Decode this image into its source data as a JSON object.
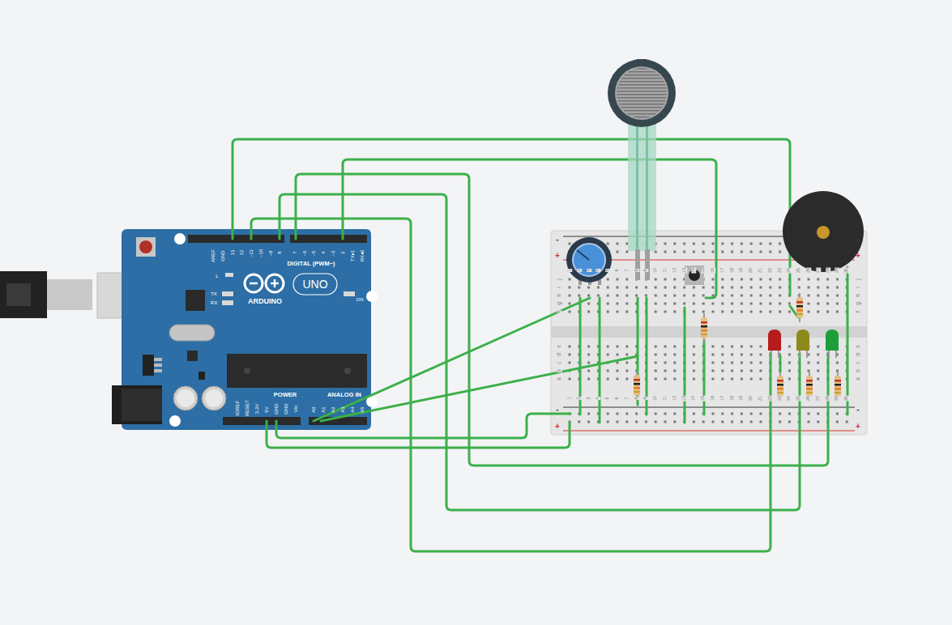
{
  "diagram": {
    "labels": [
      "AREF",
      "GND",
      "13",
      "12",
      "~11",
      "~10",
      "~9",
      "8",
      "7",
      "~6",
      "~5",
      "4",
      "~3",
      "2",
      "TX▸1",
      "RX◂0",
      "DIGITAL (PWM~)",
      "L",
      "TX",
      "RX",
      "ARDUINO",
      "UNO",
      "ON",
      "IOREF",
      "RESET",
      "3.3V",
      "5V",
      "GND",
      "GND",
      "Vin",
      "POWER",
      "ANALOG IN",
      "A0",
      "A1",
      "A2",
      "A3",
      "A4",
      "A5",
      "-",
      "+",
      "-",
      "+",
      "-",
      "+",
      "-",
      "+",
      "j",
      "i",
      "h",
      "g",
      "f",
      "e",
      "d",
      "c",
      "b",
      "a",
      "j",
      "i",
      "h",
      "g",
      "f",
      "e",
      "d",
      "c",
      "b",
      "a",
      "1",
      "2",
      "3",
      "4",
      "5",
      "6",
      "7",
      "8",
      "9",
      "10",
      "11",
      "12",
      "13",
      "14",
      "15",
      "16",
      "17",
      "18",
      "19",
      "20",
      "21",
      "22",
      "23",
      "24",
      "25",
      "26",
      "27",
      "28",
      "29",
      "30",
      "1",
      "2",
      "3",
      "4",
      "5",
      "6",
      "7",
      "8",
      "9",
      "10",
      "11",
      "12",
      "13",
      "14",
      "15",
      "16",
      "17",
      "18",
      "19",
      "20",
      "21",
      "22",
      "23",
      "24",
      "25",
      "26",
      "27",
      "28",
      "29",
      "30"
    ]
  }
}
